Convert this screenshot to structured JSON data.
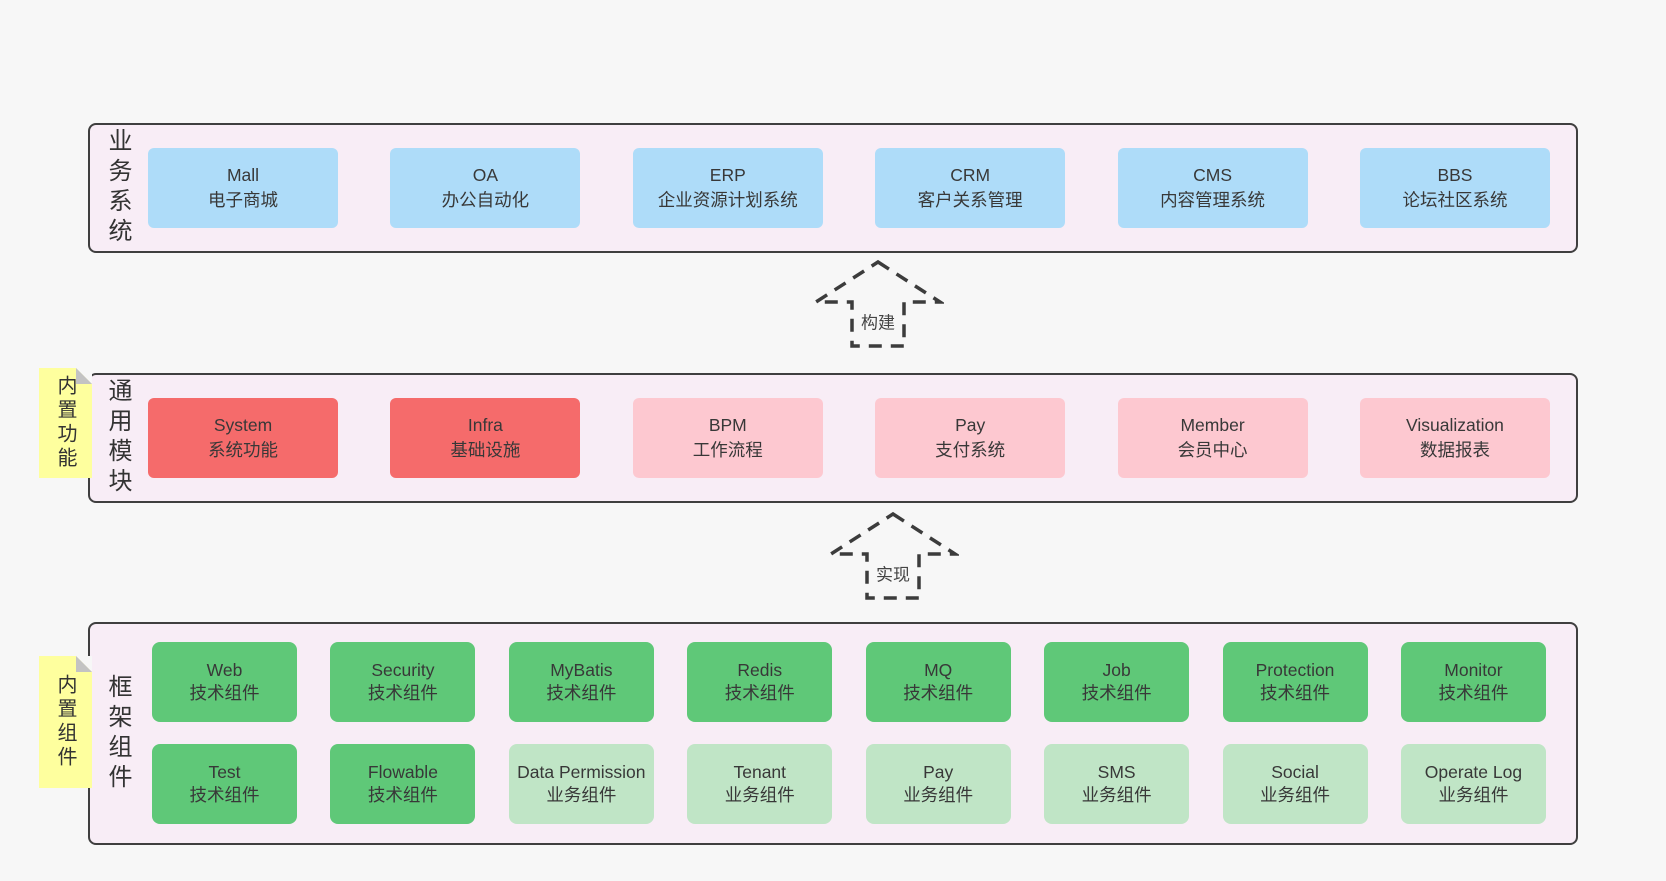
{
  "bands": [
    {
      "label": "业务系统",
      "rows": [
        [
          {
            "title": "Mall",
            "subtitle": "电子商城"
          },
          {
            "title": "OA",
            "subtitle": "办公自动化"
          },
          {
            "title": "ERP",
            "subtitle": "企业资源计划系统"
          },
          {
            "title": "CRM",
            "subtitle": "客户关系管理"
          },
          {
            "title": "CMS",
            "subtitle": "内容管理系统"
          },
          {
            "title": "BBS",
            "subtitle": "论坛社区系统"
          }
        ]
      ]
    },
    {
      "label": "通用模块",
      "sticky": "内置功能",
      "rows": [
        [
          {
            "title": "System",
            "subtitle": "系统功能"
          },
          {
            "title": "Infra",
            "subtitle": "基础设施"
          },
          {
            "title": "BPM",
            "subtitle": "工作流程"
          },
          {
            "title": "Pay",
            "subtitle": "支付系统"
          },
          {
            "title": "Member",
            "subtitle": "会员中心"
          },
          {
            "title": "Visualization",
            "subtitle": "数据报表"
          }
        ]
      ]
    },
    {
      "label": "框架组件",
      "sticky": "内置组件",
      "rows": [
        [
          {
            "title": "Web",
            "subtitle": "技术组件"
          },
          {
            "title": "Security",
            "subtitle": "技术组件"
          },
          {
            "title": "MyBatis",
            "subtitle": "技术组件"
          },
          {
            "title": "Redis",
            "subtitle": "技术组件"
          },
          {
            "title": "MQ",
            "subtitle": "技术组件"
          },
          {
            "title": "Job",
            "subtitle": "技术组件"
          },
          {
            "title": "Protection",
            "subtitle": "技术组件"
          },
          {
            "title": "Monitor",
            "subtitle": "技术组件"
          }
        ],
        [
          {
            "title": "Test",
            "subtitle": "技术组件"
          },
          {
            "title": "Flowable",
            "subtitle": "技术组件"
          },
          {
            "title": "Data Permission",
            "subtitle": "业务组件"
          },
          {
            "title": "Tenant",
            "subtitle": "业务组件"
          },
          {
            "title": "Pay",
            "subtitle": "业务组件"
          },
          {
            "title": "SMS",
            "subtitle": "业务组件"
          },
          {
            "title": "Social",
            "subtitle": "业务组件"
          },
          {
            "title": "Operate Log",
            "subtitle": "业务组件"
          }
        ]
      ]
    }
  ],
  "arrows": [
    {
      "label": "构建"
    },
    {
      "label": "实现"
    }
  ],
  "colors": {
    "page_bg": "#f7f7f7",
    "band_bg": "#f8edf6",
    "band_border": "#3f3f3f",
    "business_box_blue": "#aedcf9",
    "core_module_red": "#f56b6b",
    "module_pink": "#fdc8d0",
    "tech_component_green": "#5fc878",
    "biz_component_green_light": "#c0e5c6",
    "sticky_yellow": "#feff9e"
  }
}
